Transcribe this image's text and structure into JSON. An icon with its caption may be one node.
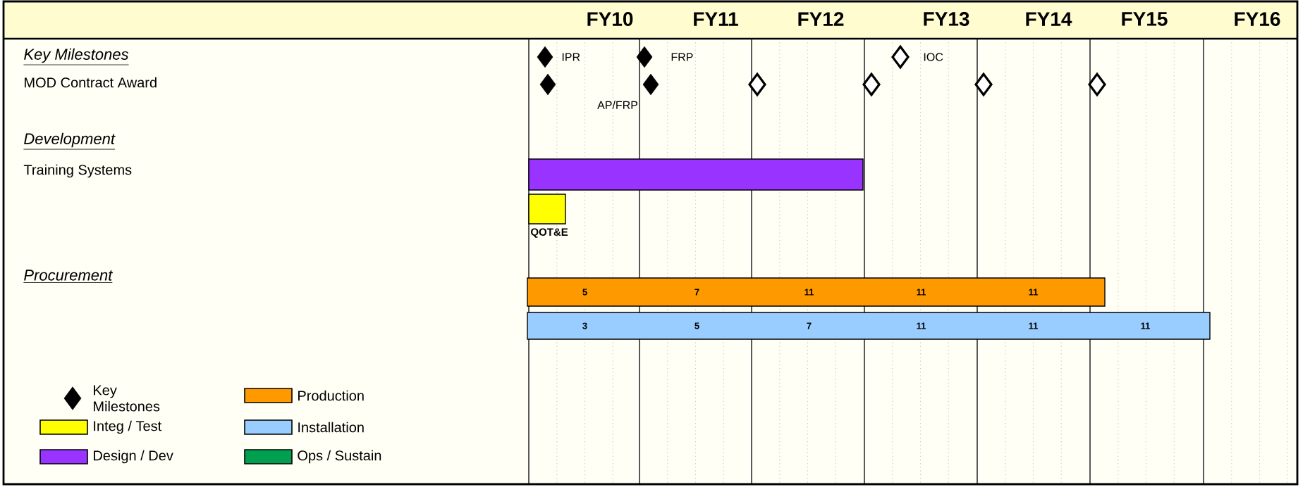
{
  "diagram": {
    "nodes": [
      {
        "text": [],
        "shape": "bar"
      },
      {
        "text": [],
        "shape": "bar",
        "beside": [
          "QOT&E"
        ]
      },
      {
        "text": [
          "5",
          "7",
          "11",
          "11",
          "11"
        ]
      },
      {
        "text": [
          "3",
          "5",
          "7",
          "11",
          "11",
          "11"
        ]
      }
    ],
    "labels": [
      "FY10",
      "FY11",
      "FY12",
      "FY13",
      "FY14",
      "FY15",
      "FY16",
      "Key Milestones",
      "IPR",
      "FRP",
      "IOC",
      "MOD Contract Award",
      "AP/FRP",
      "Development",
      "Training Systems",
      "Procurement"
    ],
    "legend": [
      {
        "text": "Key Milestones"
      },
      {
        "text": "Production",
        "color": "#ff9900"
      },
      {
        "text": "Integ / Test",
        "color": "#ffff00"
      },
      {
        "text": "Installation",
        "color": "#99ccff"
      },
      {
        "text": "Design / Dev",
        "color": "#9933ff"
      },
      {
        "text": "Ops / Sustain",
        "color": "#00a050"
      }
    ]
  }
}
